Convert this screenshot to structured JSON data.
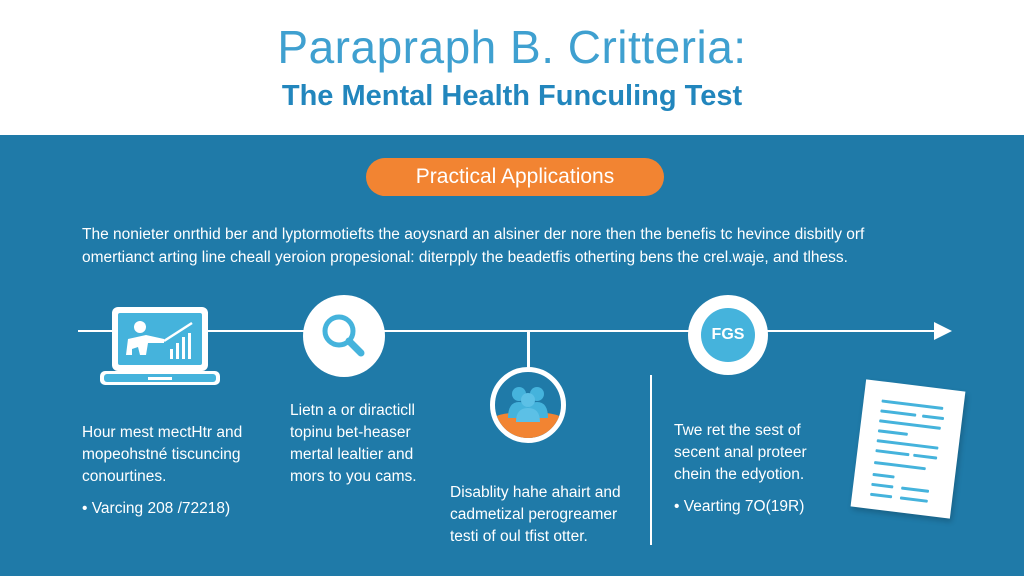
{
  "header": {
    "title": "Parapraph B. Critteria:",
    "subtitle": "The Mental Health Funculing Test"
  },
  "section": {
    "pill_label": "Practical Applications",
    "intro_line1": "The nonieter onrthid ber and lyptormotiefts the aoysnard an alsiner der nore then the benefis tc hevince disbitly orf",
    "intro_line2": "omertianct arting line cheall yeroion propesional: diterpply the beadetfis otherting bens the crel.waje, and tlhess."
  },
  "timeline": {
    "steps": [
      {
        "icon": "laptop-chart-icon",
        "lines": [
          "Hour mest mectHtr and",
          "mopeohstné tiscuncing",
          "conourtines."
        ],
        "bullet": "• Varcing 208 /72218)"
      },
      {
        "icon": "magnifier-icon",
        "lines": [
          "Lietn a or diracticll",
          "topinu bet-heaser",
          "mertal lealtier and",
          "mors to you cams."
        ],
        "bullet": ""
      },
      {
        "icon": "people-group-icon",
        "lines": [
          "Disablity hahe ahairt and",
          "cadmetizal perogreamer",
          "testi of oul tfist otter."
        ],
        "bullet": ""
      },
      {
        "icon": "fgs-badge-icon",
        "badge_text": "FGS",
        "lines": [
          "Twe ret the sest of",
          "secent anal proteer",
          "chein the edyotion."
        ],
        "bullet": "• Vearting 7O(19R)"
      }
    ]
  },
  "colors": {
    "background": "#1f7aa8",
    "title": "#3fa0d0",
    "subtitle": "#2286bd",
    "accent_orange": "#f28432",
    "icon_light_blue": "#45b3dc"
  }
}
